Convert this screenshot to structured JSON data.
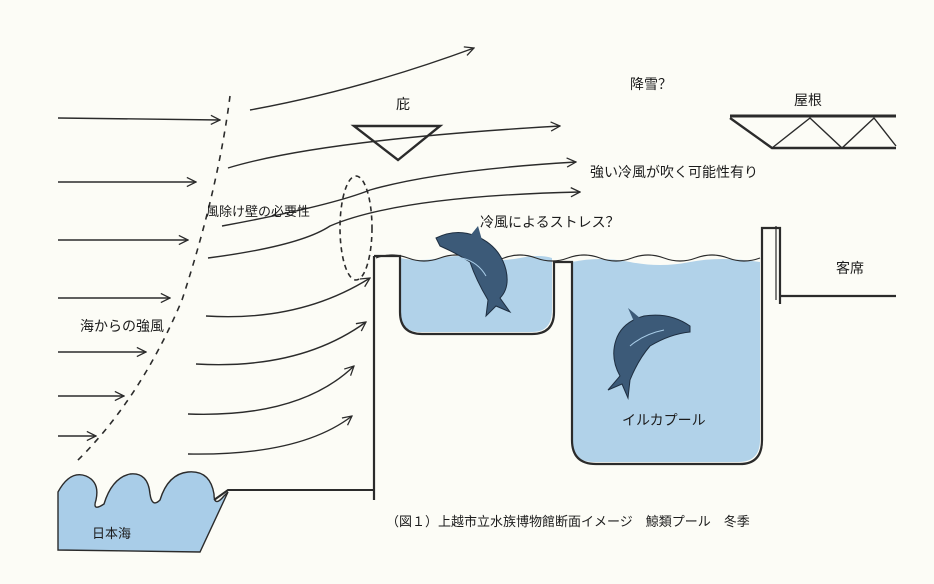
{
  "labels": {
    "snowfall": "降雪？",
    "eaves": "庇",
    "roof": "屋根",
    "strong_cold_wind": "強い冷風が吹く可能性有り",
    "windbreak_wall": "風除け壁の必要性",
    "cold_wind_stress": "冷風によるストレス？",
    "audience_seats": "客席",
    "sea_wind": "海からの強風",
    "dolphin_pool": "イルカプール",
    "sea_of_japan": "日本海",
    "caption": "（図１）上越市立水族博物館断面イメージ　鯨類プール　冬季"
  },
  "colors": {
    "water": "#a9cde8",
    "water_light": "#c9e0f1",
    "ink": "#2b2b2b",
    "dolphin": "#3c5a78"
  }
}
